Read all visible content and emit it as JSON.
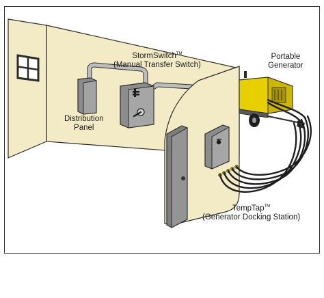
{
  "labels": {
    "stormswitch_name": "StormSwitch",
    "stormswitch_tm": "TM",
    "stormswitch_desc": "(Manual Transfer Switch)",
    "distribution_line1": "Distribution",
    "distribution_line2": "Panel",
    "generator_line1": "Portable",
    "generator_line2": "Generator",
    "temptap_name": "TempTap",
    "temptap_tm": "TM",
    "temptap_desc": "(Generator Docking Station)"
  },
  "colors": {
    "wall": "#f3ebc6",
    "wall_shadow": "#e9deb0",
    "outline": "#2b2b2b",
    "panel_gray": "#9a9a9a",
    "conduit_gray": "#b3b3b3",
    "door_gray": "#8f8f8f",
    "generator_yellow": "#e8d000",
    "cable_black": "#1e1e1e"
  }
}
